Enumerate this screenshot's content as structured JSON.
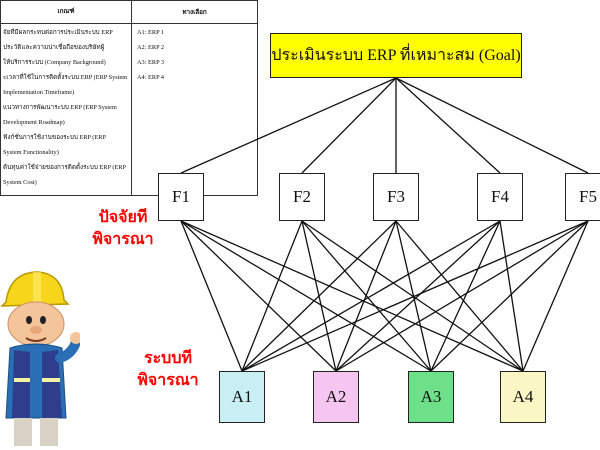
{
  "table": {
    "header_criteria": "เกณฑ์",
    "header_alternatives": "ทางเลือก",
    "criteria_lines": [
      "จัยที่มีผลกระทบต่อการประเมินระบบ ERP",
      "ประวัติและความน่าเชื่อถือของบริษัทผู้",
      "ให้บริการระบบ (Company Background)",
      "ะเวลาที่ใช้ในการติดตั้งระบบ ERP (ERP System",
      "Implementation Timeframe)",
      "แนวทางการพัฒนาระบบ ERP (ERP System",
      "Development Roadmap)",
      "ฟังก์ชั่นการใช้งานของระบบ ERP (ERP",
      "System Functionality)",
      "ต้นทุนค่าใช้จ่ายของการติดตั้งระบบ ERP (ERP",
      "System Cost)"
    ],
    "alternatives": [
      "A1: ERP 1",
      "A2: ERP 2",
      "A3: ERP 3",
      "A4: ERP 4"
    ]
  },
  "goal": "ประเมินระบบ ERP ที่เหมาะสม (Goal)",
  "factors": [
    "F1",
    "F2",
    "F3",
    "F4",
    "F5"
  ],
  "alternatives_nodes": [
    "A1",
    "A2",
    "A3",
    "A4"
  ],
  "labels": {
    "factors_label_line1": "ปัจจัยที",
    "factors_label_line2": "พิจารณา",
    "systems_label_line1": "ระบบที",
    "systems_label_line2": "พิจารณา"
  },
  "colors": {
    "goal_fill": "#ffff00",
    "a1_fill": "#c8f0f4",
    "a2_fill": "#f7c6f0",
    "a3_fill": "#6ee08a",
    "a4_fill": "#fbf7c4",
    "label_red": "#ff0000"
  },
  "icons": [
    "construction-worker-mascot"
  ]
}
